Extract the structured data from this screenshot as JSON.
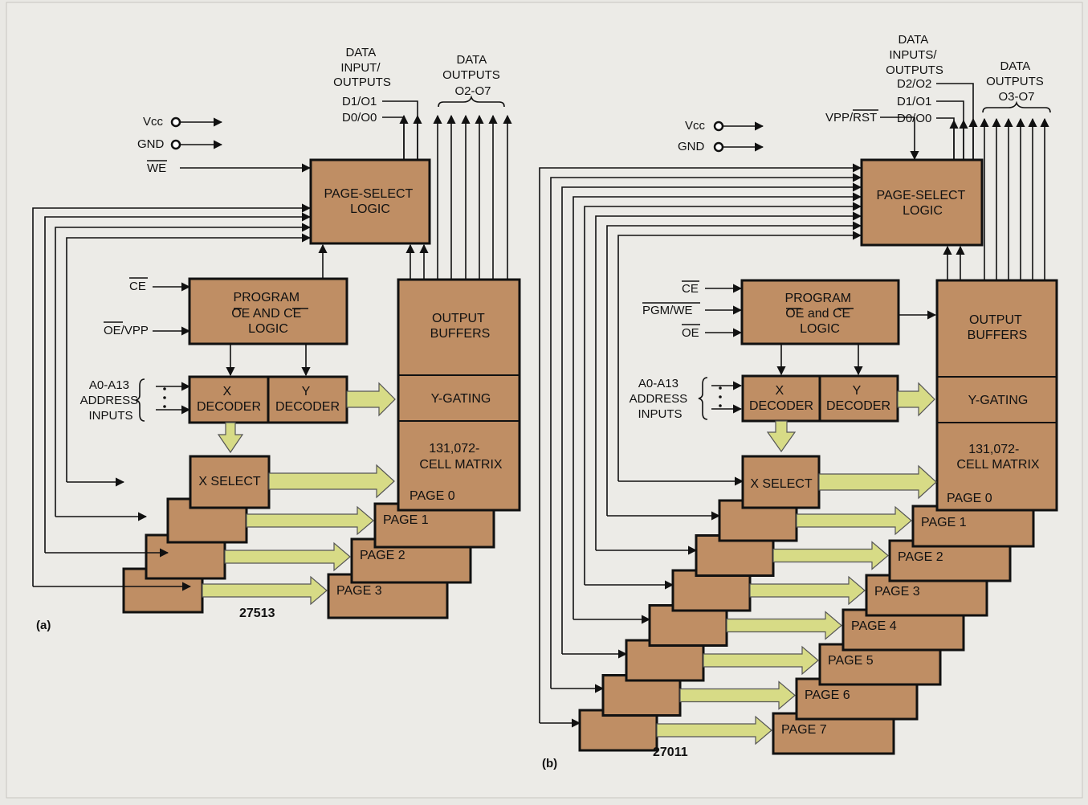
{
  "panel_a": {
    "caption": "(a)",
    "part": "27513",
    "vcc": "Vcc",
    "gnd": "GND",
    "we": "WE",
    "data_io": [
      "DATA",
      "INPUT/",
      "OUTPUTS"
    ],
    "data_out": [
      "DATA",
      "OUTPUTS",
      "O2-O7"
    ],
    "d1": "D1/O1",
    "d0": "D0/O0",
    "ce": "CE",
    "oe_vpp": "OE/VPP",
    "addr": [
      "A0-A13",
      "ADDRESS",
      "INPUTS"
    ],
    "page_select": [
      "PAGE-SELECT",
      "LOGIC"
    ],
    "program": [
      "PROGRAM",
      "OE AND CE",
      "LOGIC"
    ],
    "xdec": [
      "X",
      "DECODER"
    ],
    "ydec": [
      "Y",
      "DECODER"
    ],
    "xsel": "X SELECT",
    "outbuf": [
      "OUTPUT",
      "BUFFERS"
    ],
    "ygating": "Y-GATING",
    "matrix": [
      "131,072-",
      "CELL MATRIX"
    ],
    "page0": "PAGE 0",
    "pages": [
      "PAGE 1",
      "PAGE 2",
      "PAGE 3"
    ]
  },
  "panel_b": {
    "caption": "(b)",
    "part": "27011",
    "vcc": "Vcc",
    "gnd": "GND",
    "vpp_rst": "VPP/RST",
    "data_io": [
      "DATA",
      "INPUTS/",
      "OUTPUTS"
    ],
    "data_out": [
      "DATA",
      "OUTPUTS",
      "O3-O7"
    ],
    "d2": "D2/O2",
    "d1": "D1/O1",
    "d0": "D0/O0",
    "ce": "CE",
    "pgm_we": "PGM/WE",
    "oe": "OE",
    "addr": [
      "A0-A13",
      "ADDRESS",
      "INPUTS"
    ],
    "page_select": [
      "PAGE-SELECT",
      "LOGIC"
    ],
    "program": [
      "PROGRAM",
      "OE and CE",
      "LOGIC"
    ],
    "xdec": [
      "X",
      "DECODER"
    ],
    "ydec": [
      "Y",
      "DECODER"
    ],
    "xsel": "X SELECT",
    "outbuf": [
      "OUTPUT",
      "BUFFERS"
    ],
    "ygating": "Y-GATING",
    "matrix": [
      "131,072-",
      "CELL MATRIX"
    ],
    "page0": "PAGE 0",
    "pages": [
      "PAGE 1",
      "PAGE 2",
      "PAGE 3",
      "PAGE 4",
      "PAGE 5",
      "PAGE 6",
      "PAGE 7"
    ]
  },
  "colors": {
    "block_fill": "#bf8e64",
    "bus_arrow_fill": "#d7db86",
    "background": "#e9e8e4"
  }
}
